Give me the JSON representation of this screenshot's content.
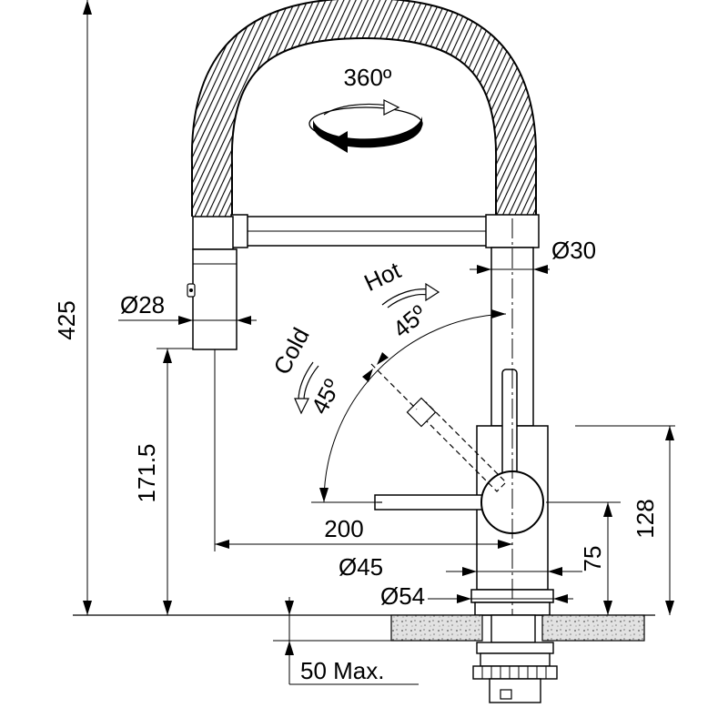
{
  "labels": {
    "rotation": "360º",
    "hot": "Hot",
    "cold": "Cold",
    "hot_angle": "45º",
    "cold_angle": "45º",
    "spout_dia": "Ø30",
    "handshower_dia": "Ø28",
    "height_total": "425",
    "height_spray": "171.5",
    "reach": "200",
    "body_dia": "Ø45",
    "base_dia": "Ø54",
    "handle_height": "75",
    "lever_height": "128",
    "deck_max": "50 Max."
  },
  "colors": {
    "ink": "#000000",
    "counter_fill": "#d8d8d8"
  }
}
